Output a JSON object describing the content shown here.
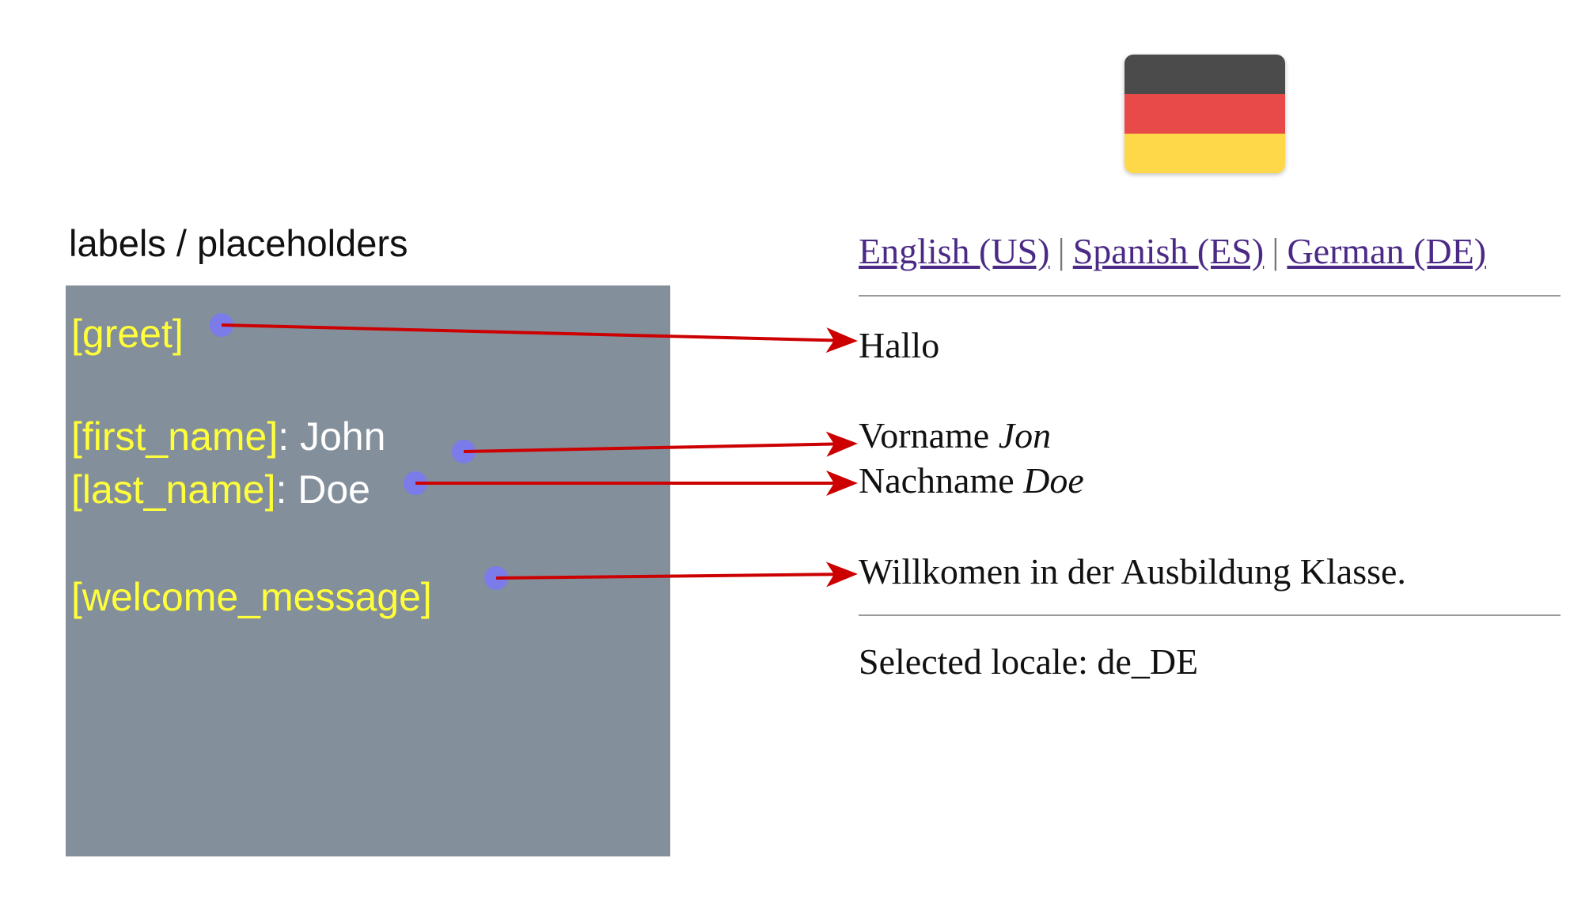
{
  "left_panel": {
    "title": "labels / placeholders",
    "placeholders": {
      "greet": "[greet]",
      "first_name_key": "[first_name]",
      "first_name_value": ": John",
      "last_name_key": "[last_name]",
      "last_name_value": ": Doe",
      "welcome_message": "[welcome_message]"
    }
  },
  "flag": {
    "icon": "germany-flag-icon",
    "colors": [
      "#4b4b4b",
      "#e84a4a",
      "#ffd84a"
    ]
  },
  "rendered_page": {
    "languages": [
      "English (US)",
      "Spanish (ES)",
      "German (DE)"
    ],
    "separator": "|",
    "greet": "Hallo",
    "first_name_label": "Vorname",
    "first_name_value": "Jon",
    "last_name_label": "Nachname",
    "last_name_value": "Doe",
    "welcome_message": "Willkomen in der Ausbildung Klasse.",
    "selected_locale": "Selected locale: de_DE"
  },
  "colors": {
    "panel_background": "#838f9b",
    "placeholder_key": "#ffff3a",
    "arrow": "#cc0000",
    "connector_dot": "#7b7bea",
    "link": "#4b2a86"
  }
}
